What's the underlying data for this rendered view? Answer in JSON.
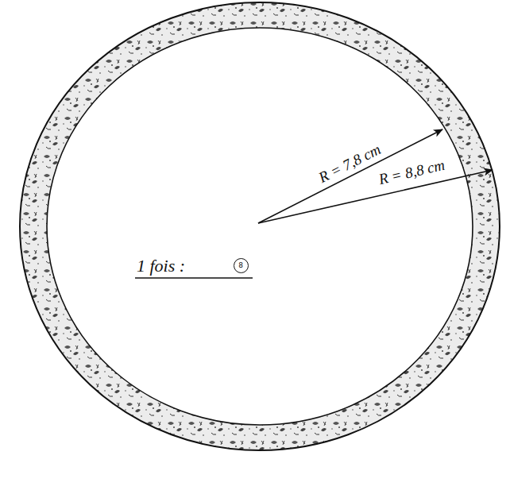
{
  "diagram": {
    "nodes": [
      {
        "text": [
          "8"
        ]
      }
    ],
    "labels": [
      "R = 7,8 cm",
      "R = 8,8 cm",
      "1 fois :"
    ]
  }
}
